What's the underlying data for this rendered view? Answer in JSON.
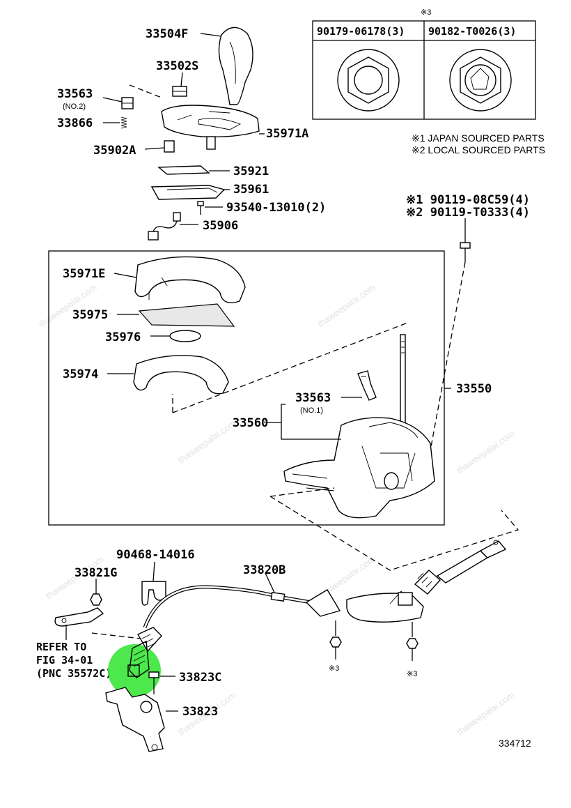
{
  "parts": {
    "p33504F": "33504F",
    "p33502S": "33502S",
    "p33563_2": "33563",
    "p33563_2_note": "(NO.2)",
    "p33866": "33866",
    "p35902A": "35902A",
    "p35971A": "35971A",
    "p35921": "35921",
    "p35961": "35961",
    "p93540": "93540-13010(2)",
    "p35906": "35906",
    "p35971E": "35971E",
    "p35975": "35975",
    "p35976": "35976",
    "p35974": "35974",
    "p33563_1": "33563",
    "p33563_1_note": "(NO.1)",
    "p33560": "33560",
    "p33550": "33550",
    "p90468": "90468-14016",
    "p33821G": "33821G",
    "p33820B": "33820B",
    "p33823C": "33823C",
    "p33823": "33823"
  },
  "refer": {
    "line1": "REFER TO",
    "line2": "FIG 34-01",
    "line3": "(PNC 35572C)"
  },
  "table": {
    "mark": "※3",
    "col1": "90179-06178(3)",
    "col2": "90182-T0026(3)"
  },
  "legend": {
    "line1": "※1 JAPAN SOURCED PARTS",
    "line2": "※2 LOCAL SOURCED PARTS"
  },
  "bolt": {
    "line1": "※1 90119-08C59(4)",
    "line2": "※2 90119-T0333(4)"
  },
  "nut_marks": {
    "left": "※3",
    "right": "※3"
  },
  "diagram_id": "334712",
  "watermark": "thaweepalai.com",
  "colors": {
    "highlight": "#39e639",
    "line": "#000000",
    "watermark": "#e2e2e2"
  }
}
